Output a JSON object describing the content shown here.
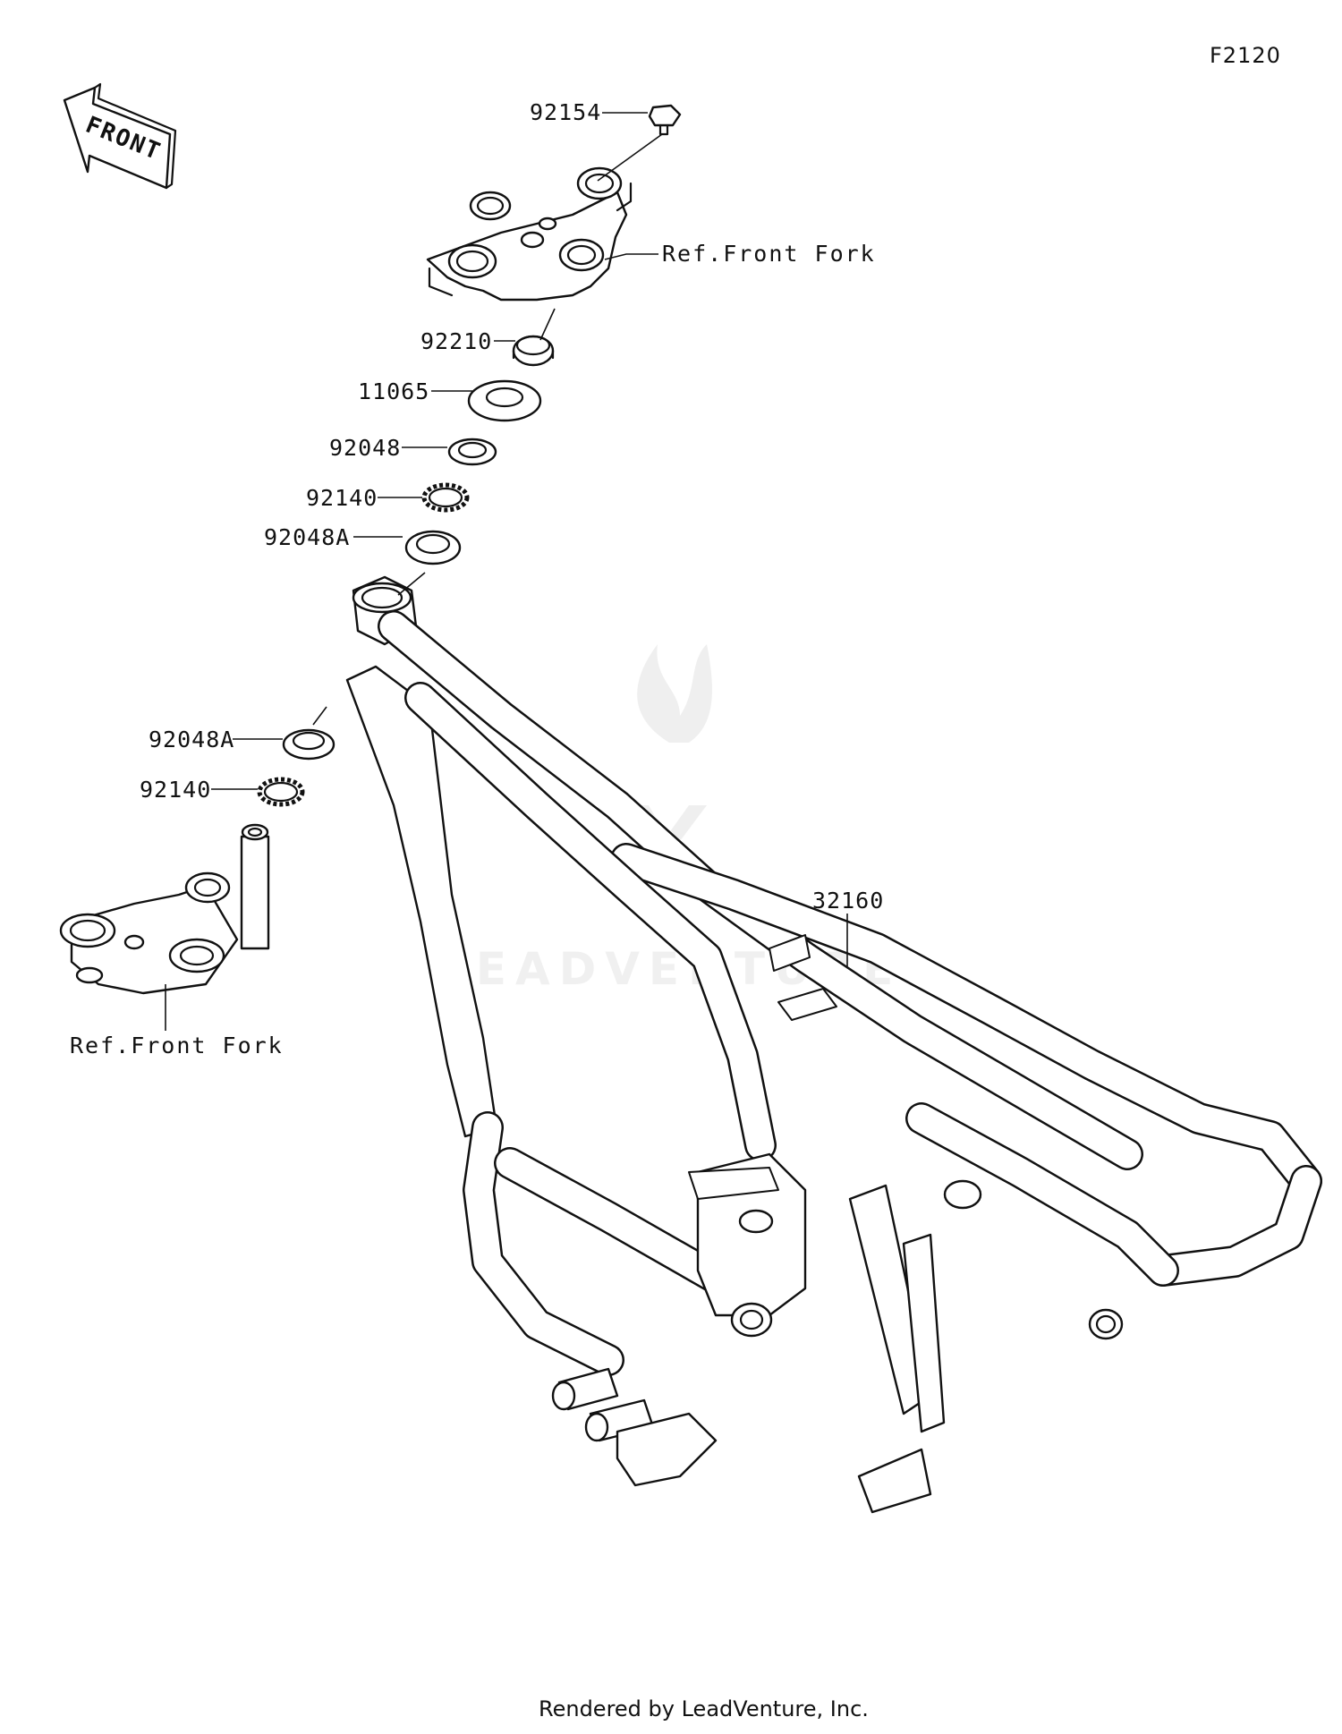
{
  "diagram_code": "F2120",
  "front_arrow_label": "FRONT",
  "watermark_text": "LEADVENTURE",
  "footer": "Rendered by LeadVenture, Inc.",
  "callouts": {
    "c92154": "92154",
    "ref_upper": "Ref.Front Fork",
    "c92210": "92210",
    "c11065": "11065",
    "c92048": "92048",
    "c92140_upper": "92140",
    "c92048A_upper": "92048A",
    "c92048A_lower": "92048A",
    "c92140_lower": "92140",
    "c32160": "32160",
    "ref_lower": "Ref.Front Fork"
  }
}
